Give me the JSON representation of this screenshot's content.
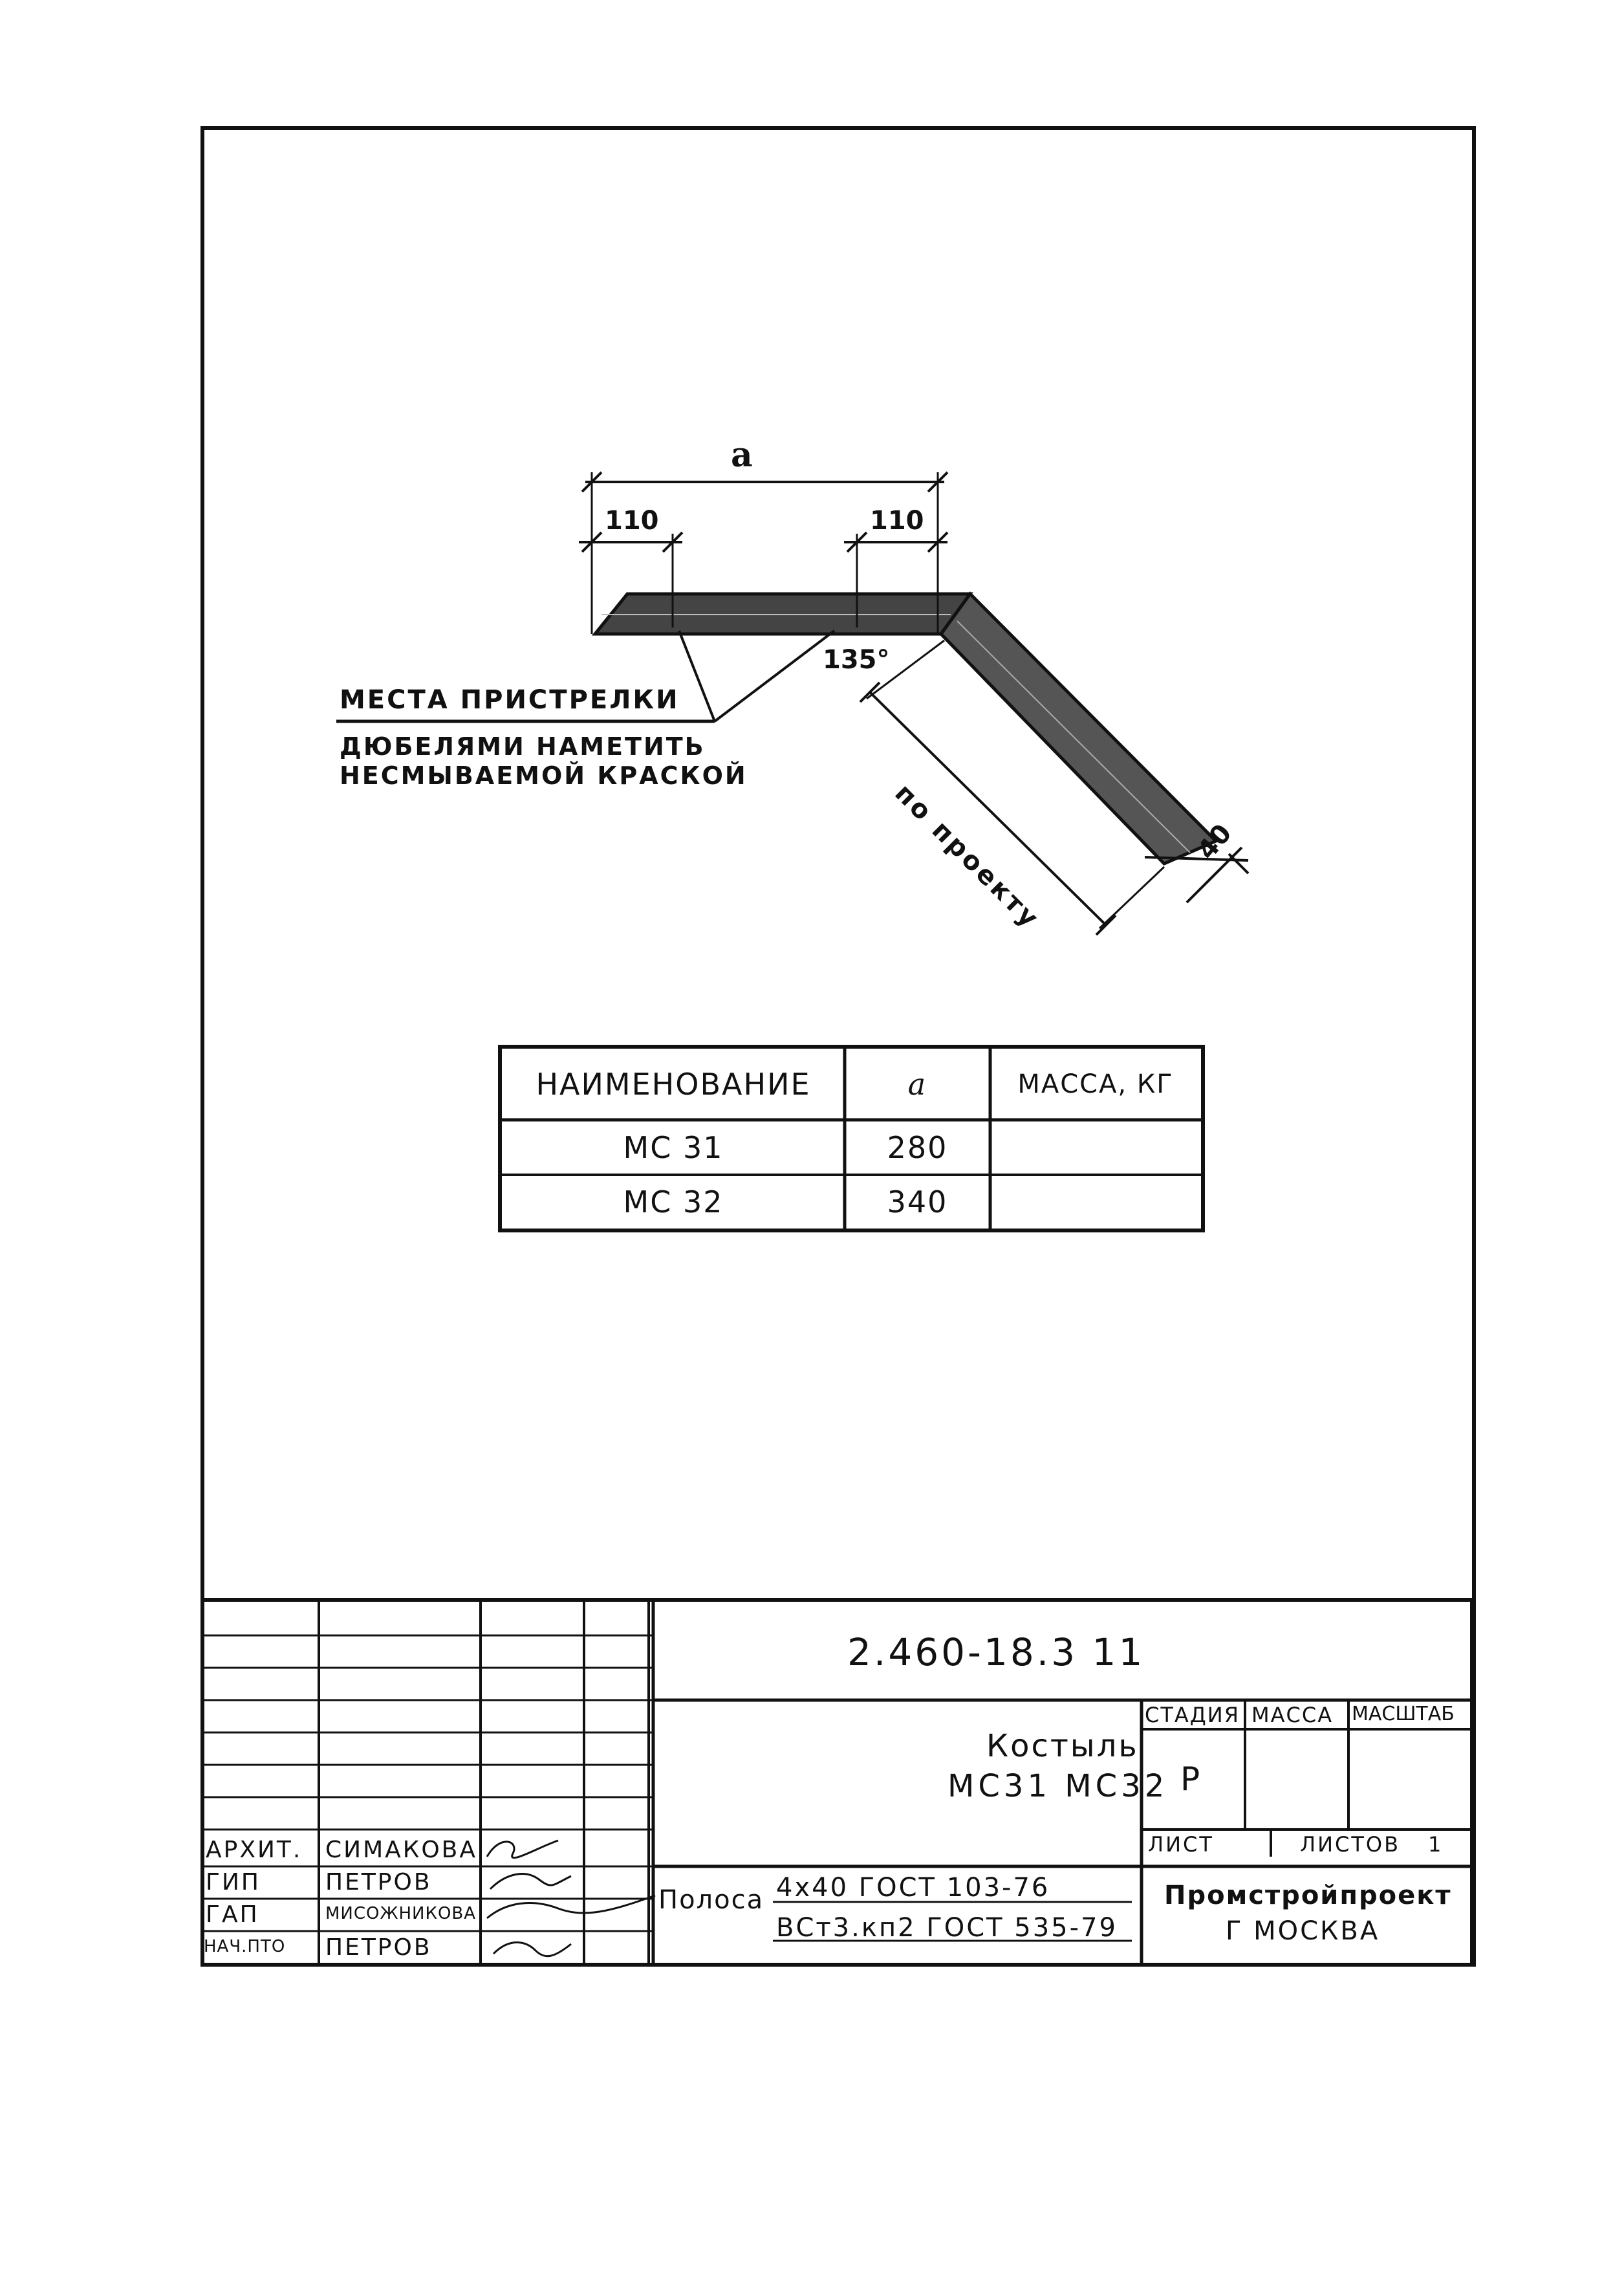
{
  "drawing": {
    "dim_a": "a",
    "dim_left": "110",
    "dim_right": "110",
    "angle": "135°",
    "slant_length": "по проекту",
    "width": "40",
    "note_line1": "Места пристрелки",
    "note_line2": "дюбелями наметить",
    "note_line3": "несмываемой краской"
  },
  "spec_table": {
    "headers": [
      "Наименование",
      "a",
      "Масса, кг"
    ],
    "rows": [
      {
        "name": "МС 31",
        "a": "280",
        "mass": ""
      },
      {
        "name": "МС 32",
        "a": "340",
        "mass": ""
      }
    ]
  },
  "title_block": {
    "doc_code": "2.460-18.3 11",
    "title_line1": "Костыль",
    "title_line2": "МС31 МС32",
    "stage_header": "Стадия",
    "mass_header": "Масса",
    "scale_header": "Масштаб",
    "stage_value": "Р",
    "sheet_label": "Лист",
    "sheets_label": "Листов",
    "sheets_value": "1",
    "material_prefix": "Полоса",
    "material_line1": "4х40 ГОСТ 103-76",
    "material_line2": "ВСт3.кп2 ГОСТ 535-79",
    "organization": "Промстройпроект",
    "city": "г Москва",
    "signers": [
      {
        "role": "Архит.",
        "name": "Симакова"
      },
      {
        "role": "ГИП",
        "name": "Петров"
      },
      {
        "role": "ГАП",
        "name": "Мисожникова"
      },
      {
        "role": "Нач.ПТО",
        "name": "Петров"
      }
    ]
  }
}
